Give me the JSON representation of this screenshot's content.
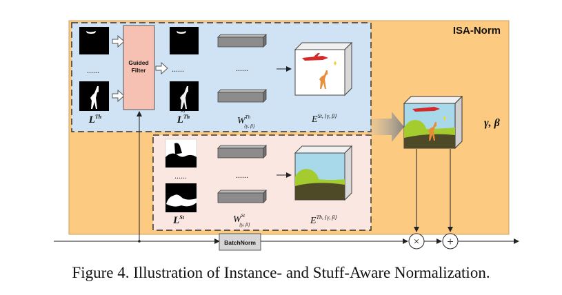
{
  "diagram": {
    "panel_title": "ISA-Norm",
    "guided_filter_label_1": "Guided",
    "guided_filter_label_2": "Filter",
    "batchnorm_label": "BatchNorm",
    "dots": "......",
    "thing_mask_label": "L",
    "thing_mask_sup": "Th",
    "filtered_mask_label": "L",
    "filtered_mask_sup": "Th",
    "thing_weight_label": "W",
    "thing_weight_sup": "Th",
    "thing_weight_sub": "{γ, β}",
    "thing_embed_label": "E",
    "thing_embed_sup": "St, {γ, β}",
    "stuff_mask_label": "L",
    "stuff_mask_sup": "St",
    "stuff_weight_label": "W",
    "stuff_weight_sup": "St",
    "stuff_weight_sub": "{γ, β}",
    "stuff_embed_label": "E",
    "stuff_embed_sup": "Th, {γ, β}",
    "output_params": "γ, β",
    "multiply_symbol": "×",
    "add_symbol": "+",
    "colors": {
      "panel_orange": "#FCCB81",
      "thing_blue": "#CFE3F4",
      "stuff_pink": "#FBE7E2",
      "guided_filter_fill": "#F6C1B3",
      "sky": "#A7D9EA",
      "grass": "#A5CC2E",
      "ground": "#4E4A27",
      "giraffe": "#E88D3A",
      "plane": "#D42A2A"
    }
  },
  "caption": "Figure 4. Illustration of Instance- and Stuff-Aware Normalization."
}
